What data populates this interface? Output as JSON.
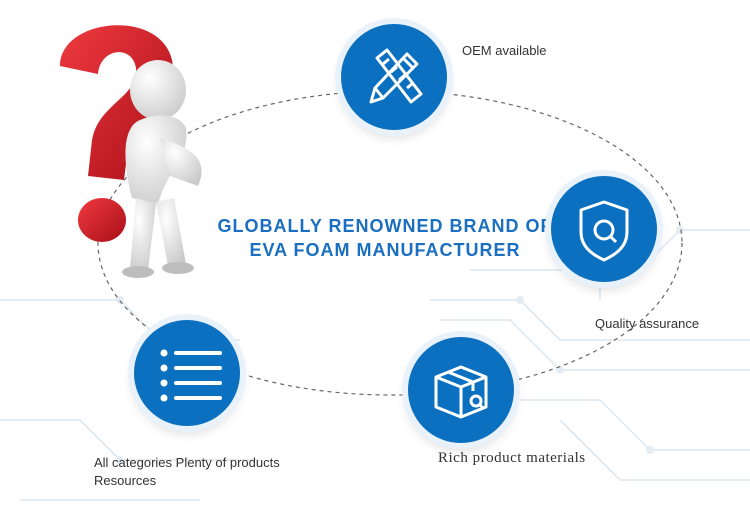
{
  "headline": {
    "line1": "GLOBALLY RENOWNED BRAND OF",
    "line2": "EVA FOAM MANUFACTURER"
  },
  "features": [
    {
      "label": "OEM available",
      "icon": "pencil-ruler-icon"
    },
    {
      "label": "Quality assurance",
      "icon": "shield-check-icon"
    },
    {
      "label": "Rich product materials",
      "icon": "package-box-icon"
    },
    {
      "label_line1": "All categories Plenty of products",
      "label_line2": "Resources",
      "icon": "list-icon"
    }
  ],
  "colors": {
    "accent": "#0c70c0",
    "headline": "#1a6fc0",
    "question_mark": "#d8202a"
  }
}
